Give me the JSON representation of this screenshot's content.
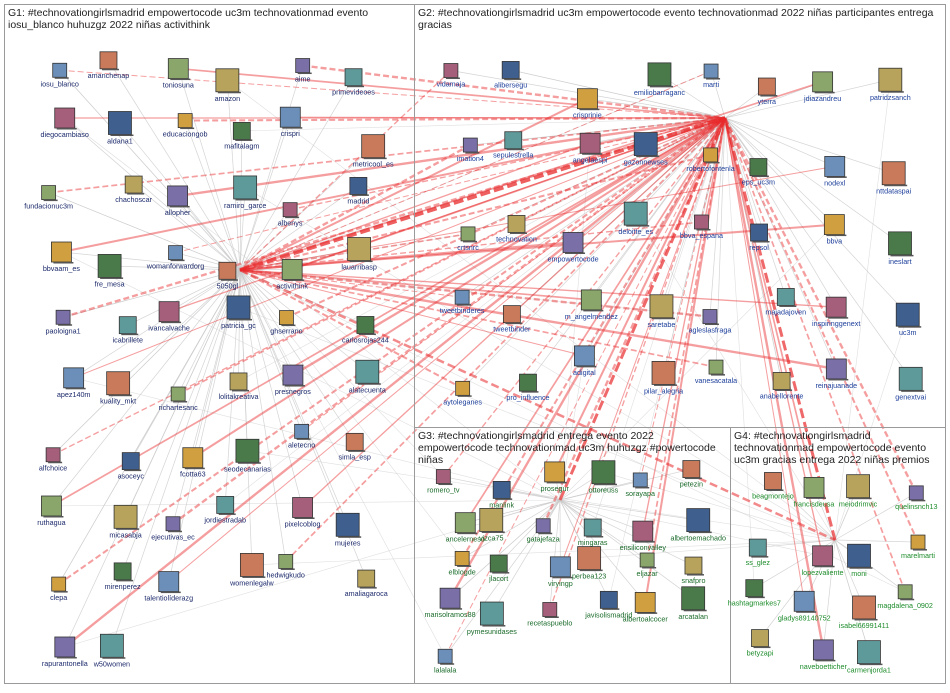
{
  "colors": {
    "edge_strong": "#e8292b",
    "edge_light": "#c9c9c9",
    "label_g1": "#1c2a6b",
    "label_g2": "#1d3f9b",
    "label_g3": "#1a6b2a",
    "label_g4": "#1d8c2b",
    "frame": "#9a9a9a"
  },
  "groups": [
    {
      "id": "G1",
      "title": "G1: #technovationgirlsmadrid empowertocode uc3m technovationmad evento iosu_blanco huhuzgz 2022 niñas activithink"
    },
    {
      "id": "G2",
      "title": "G2: #technovationgirlsmadrid uc3m empowertocode evento technovationmad 2022 niñas participantes entrega gracias"
    },
    {
      "id": "G3",
      "title": "G3: #technovationgirlsmadrid entrega evento 2022 empowertocode technovationmad uc3m huhuzgz #powertocode niñas"
    },
    {
      "id": "G4",
      "title": "G4: #technovationgirlsmadrid technovationmad empowertocode evento uc3m gracias entrega 2022 niñas premios"
    }
  ],
  "nodes": {
    "G1": [
      "iosu_blanco",
      "amanchenap",
      "toniosuna",
      "amazon",
      "aime",
      "primevideoes",
      "diegocambiaso",
      "aldana1",
      "educaciongob",
      "mafitalagm",
      "crispri",
      "metricool_es",
      "fundacionuc3m",
      "chachoscar",
      "allopher",
      "ramiro_garce",
      "albenys",
      "madrid",
      "bbvaam_es",
      "fre_mesa",
      "womanforwardorg",
      "5050gl",
      "activithink",
      "lauarribasp",
      "paoloigna1",
      "icabrillete",
      "ivancalvache",
      "patricia_gc",
      "ghserrano",
      "carlosrojas244",
      "apez140m",
      "kuality_mkt",
      "richartesanc",
      "lolitakreativa",
      "presnegros",
      "alatecuenta",
      "alfchoice",
      "asoceyc",
      "fcotta63",
      "seodecanarias",
      "aletecno",
      "simla_esp",
      "ruthagua",
      "micasabja",
      "ejecutivas_ec",
      "jordiestradab",
      "pixelcoblog",
      "mujeres",
      "clepa",
      "mirenperez",
      "talentiolíderazg",
      "womenlegalw",
      "hedwigkudo",
      "amaliagaroca",
      "rapurantonella",
      "w50women"
    ],
    "G2": [
      "vidamaja",
      "alibersegu",
      "crisprinie",
      "emiliobarraganc",
      "marti",
      "yterra",
      "jdiazandreu",
      "patridzsanch",
      "imation4",
      "sepulestrella",
      "angelaespi",
      "gazonnewses",
      "robertofontenla",
      "eps_uc3m",
      "nodexl",
      "nttdataspai",
      "crtsnrc",
      "technovation",
      "empowertocode",
      "deloitte_es",
      "bbva_espana",
      "repsol",
      "bbva",
      "ineslart",
      "tweetbinderes",
      "tweetbinder",
      "m_angelmendez",
      "saretabe",
      "agleslasfraga",
      "majadajoven",
      "inspiringgenext",
      "uc3m",
      "aytoleganes",
      "pro_influence",
      "adigital",
      "pilar_alegria",
      "vanesacatala",
      "anabellorente",
      "reinajuanade",
      "genextvai"
    ],
    "G3": [
      "romero_tv",
      "manlink",
      "prosegur",
      "ottoreuss",
      "sorayapa",
      "petezin",
      "ancelerneso",
      "vizca75",
      "gatajefaza",
      "mingaras",
      "ensiliconvalley",
      "albertoemachado",
      "elblogde",
      "jlacort",
      "viryingp",
      "perbea123",
      "eljazar",
      "snafpro",
      "marisolramos88",
      "pymesunidases",
      "recetaspueblo",
      "javisolismadrid",
      "albertoalcocer",
      "arcatalan",
      "lalalala"
    ],
    "G4": [
      "beagmontejo",
      "francisdeusa",
      "meiodrimvic",
      "quelinsnch13",
      "ss_glez",
      "lopezvaliente",
      "moni",
      "marelmarti",
      "hashtagmarkes7",
      "gladys89140752",
      "isabel66991411",
      "magdalena_0902",
      "betyzapi",
      "naveboetticher",
      "carmenjorda1"
    ]
  }
}
